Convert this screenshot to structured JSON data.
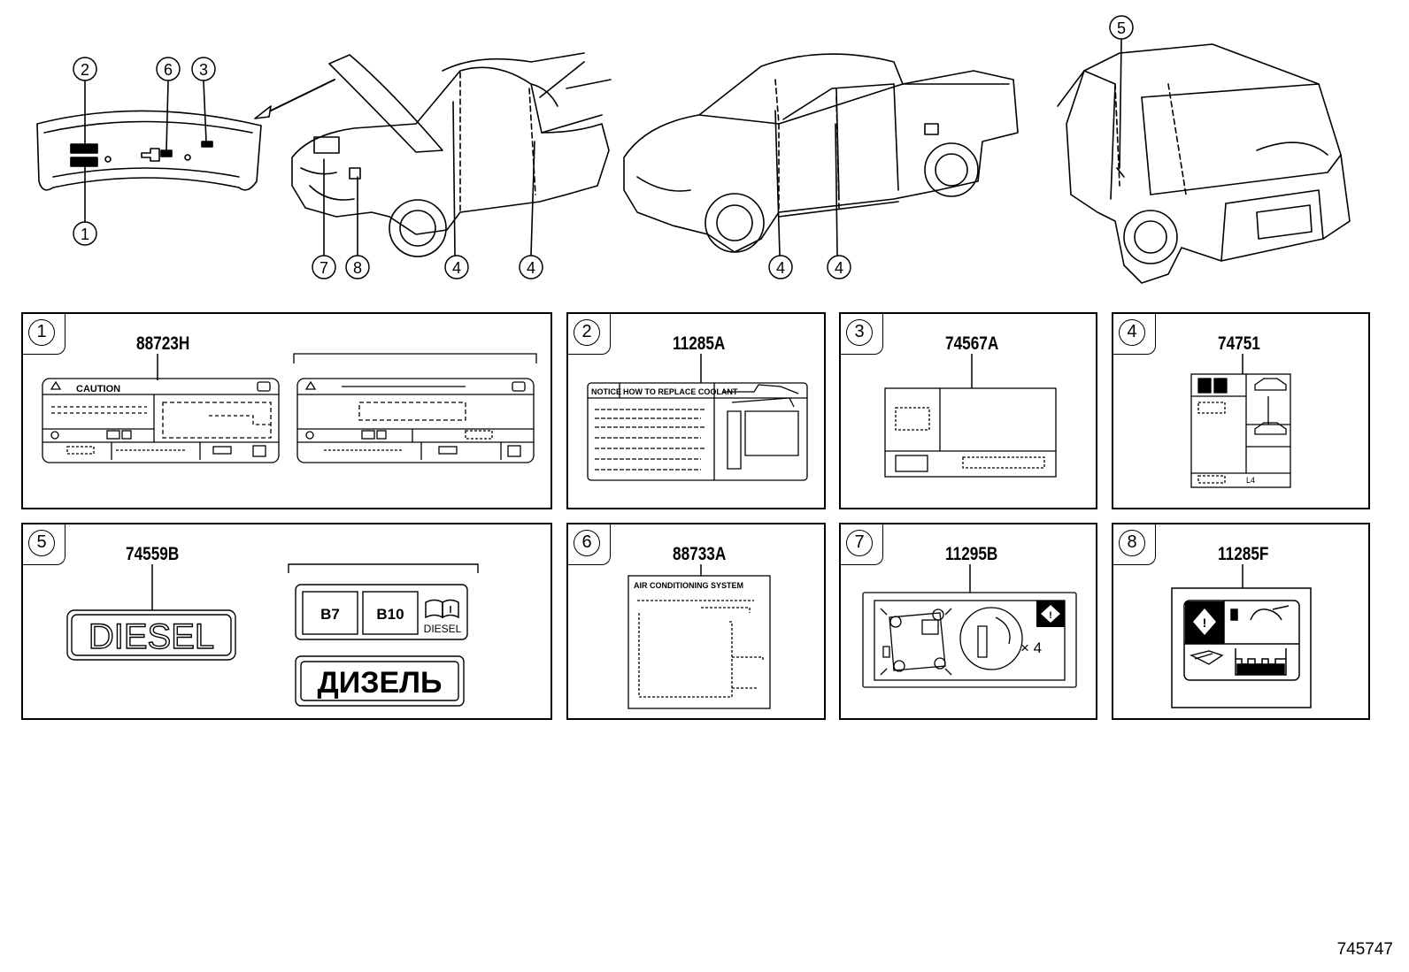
{
  "callouts": {
    "c1": "1",
    "c2": "2",
    "c3": "3",
    "c4": "4",
    "c5": "5",
    "c6": "6",
    "c7": "7",
    "c8": "8"
  },
  "panels": [
    {
      "num": "1",
      "part": "88723H"
    },
    {
      "num": "2",
      "part": "11285A"
    },
    {
      "num": "3",
      "part": "74567A"
    },
    {
      "num": "4",
      "part": "74751"
    },
    {
      "num": "5",
      "part": "74559B"
    },
    {
      "num": "6",
      "part": "88733A"
    },
    {
      "num": "7",
      "part": "11295B"
    },
    {
      "num": "8",
      "part": "11285F"
    }
  ],
  "labels": {
    "caution": "CAUTION",
    "notice": "NOTICE",
    "coolant_title": "HOW TO REPLACE COOLANT",
    "diesel": "DIESEL",
    "b7": "B7",
    "b10": "B10",
    "diesel_small": "DIESEL",
    "dizel": "ДИЗЕЛЬ",
    "ac_title": "AIR CONDITIONING SYSTEM",
    "times4": "× 4",
    "l4": "L4"
  },
  "footer": {
    "code": "745747"
  }
}
